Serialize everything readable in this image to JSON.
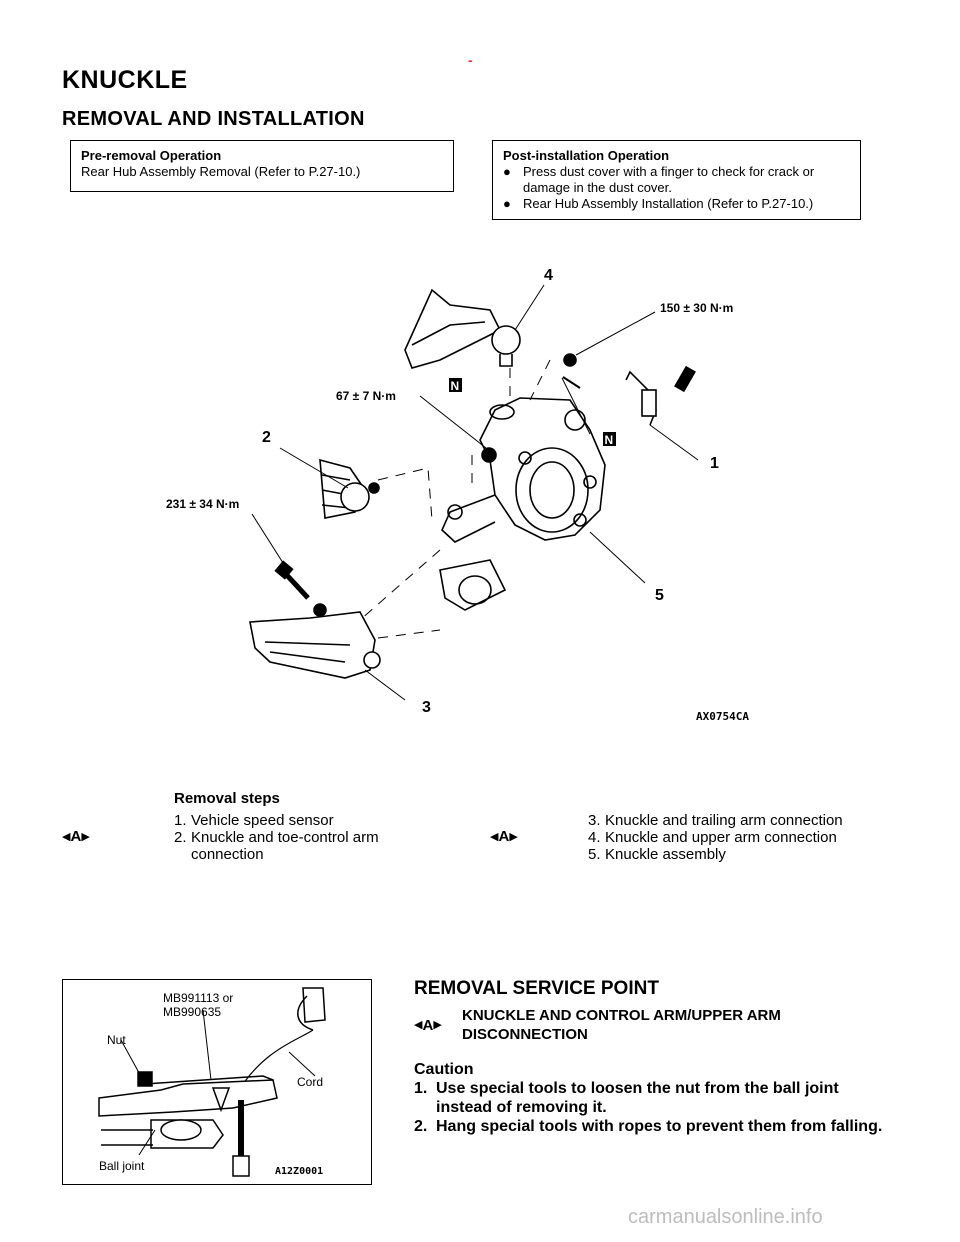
{
  "header": {
    "top_mark": "-",
    "title": "KNUCKLE",
    "subtitle": "REMOVAL AND INSTALLATION"
  },
  "pre_removal": {
    "title": "Pre-removal Operation",
    "text": "Rear Hub Assembly Removal (Refer to P.27-10.)"
  },
  "post_install": {
    "title": "Post-installation Operation",
    "bullet_glyph": "●",
    "bullets": [
      "Press dust cover with a finger to check for crack or damage in the dust cover.",
      "Rear Hub Assembly Installation (Refer to P.27-10.)"
    ]
  },
  "diagram": {
    "callouts": [
      "1",
      "2",
      "3",
      "4",
      "5"
    ],
    "torques": [
      "150 ± 30 N·m",
      "67 ± 7 N·m",
      "231 ± 34 N·m"
    ],
    "replace_mark": "N",
    "figure_code": "AX0754CA"
  },
  "removal_steps": {
    "title": "Removal steps",
    "marker_letter": "A",
    "left": [
      {
        "num": "1.",
        "text": "Vehicle speed sensor"
      },
      {
        "num": "2.",
        "text": "Knuckle and toe-control arm connection"
      }
    ],
    "right": [
      {
        "num": "3.",
        "text": "Knuckle and trailing arm connection"
      },
      {
        "num": "4.",
        "text": "Knuckle and upper arm connection"
      },
      {
        "num": "5.",
        "text": "Knuckle assembly"
      }
    ]
  },
  "photo": {
    "tool": "MB991113 or",
    "tool2": "MB990635",
    "nut": "Nut",
    "cord": "Cord",
    "ball_joint": "Ball joint",
    "figure_code": "A12Z0001"
  },
  "service_point": {
    "title": "REMOVAL SERVICE POINT",
    "marker_letter": "A",
    "subtitle_line1": "KNUCKLE AND CONTROL ARM/UPPER ARM",
    "subtitle_line2": "DISCONNECTION",
    "caution_title": "Caution",
    "items": [
      {
        "num": "1.",
        "text": "Use special tools to loosen the nut from the ball joint instead of removing it."
      },
      {
        "num": "2.",
        "text": "Hang special tools with ropes to prevent them from falling."
      }
    ]
  },
  "footer": {
    "watermark": "carmanualsonline.info"
  }
}
